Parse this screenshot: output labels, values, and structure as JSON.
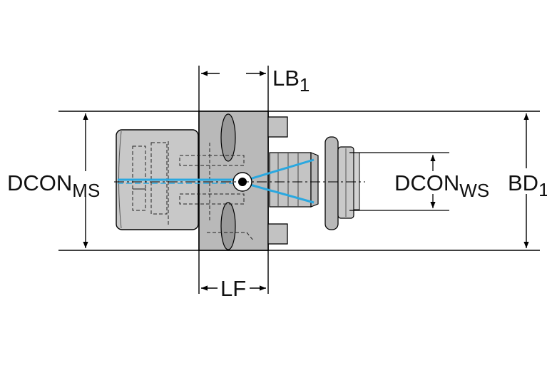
{
  "dimensions": {
    "lb1": {
      "main": "LB",
      "sub": "1"
    },
    "lf": {
      "main": "LF"
    },
    "dcon_ms": {
      "main": "DCON",
      "sub": "MS"
    },
    "dcon_ws": {
      "main": "DCON",
      "sub": "WS"
    },
    "bd1": {
      "main": "BD",
      "sub": "1"
    }
  },
  "colors": {
    "line": "#000000",
    "body": "#b9b9b9",
    "shank": "#c8c8c8",
    "coolant": "#2aa8e0"
  }
}
